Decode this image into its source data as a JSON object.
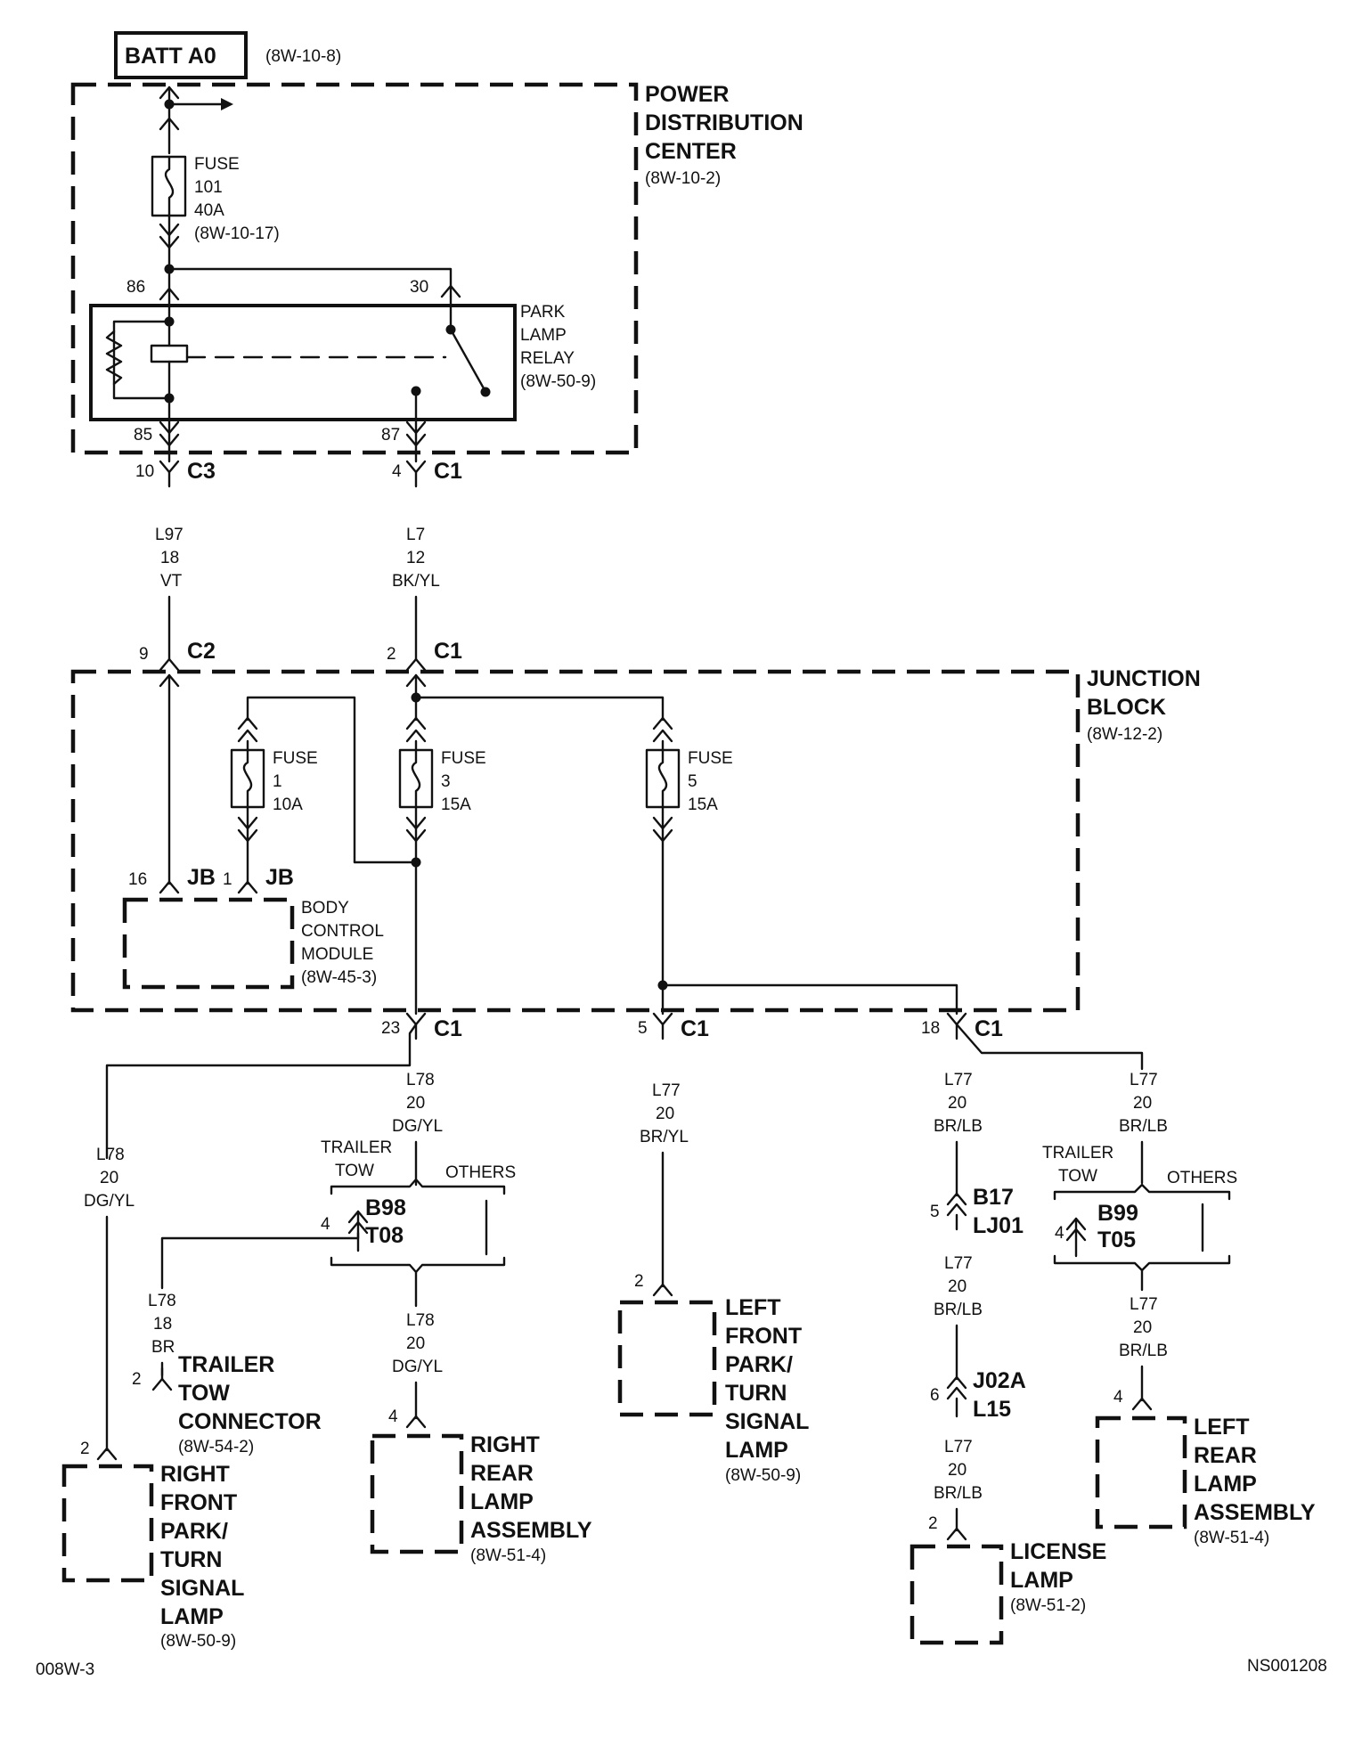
{
  "source": {
    "label": "BATT A0",
    "ref": "(8W-10-8)"
  },
  "pdc": {
    "title1": "POWER",
    "title2": "DISTRIBUTION",
    "title3": "CENTER",
    "ref": "(8W-10-2)"
  },
  "fuse101": {
    "l1": "FUSE",
    "l2": "101",
    "l3": "40A",
    "ref": "(8W-10-17)"
  },
  "relay": {
    "l1": "PARK",
    "l2": "LAMP",
    "l3": "RELAY",
    "ref": "(8W-50-9)",
    "pin86": "86",
    "pin30": "30",
    "pin85": "85",
    "pin87": "87"
  },
  "conn_c3_top": {
    "pin": "10",
    "name": "C3"
  },
  "conn_c1_top": {
    "pin": "4",
    "name": "C1"
  },
  "wire_l97": {
    "circuit": "L97",
    "gauge": "18",
    "color": "VT"
  },
  "wire_l7": {
    "circuit": "L7",
    "gauge": "12",
    "color": "BK/YL"
  },
  "conn_c2_jb": {
    "pin": "9",
    "name": "C2"
  },
  "conn_c1_jb": {
    "pin": "2",
    "name": "C1"
  },
  "jb": {
    "title1": "JUNCTION",
    "title2": "BLOCK",
    "ref": "(8W-12-2)"
  },
  "fuse1": {
    "l1": "FUSE",
    "l2": "1",
    "l3": "10A"
  },
  "fuse3": {
    "l1": "FUSE",
    "l2": "3",
    "l3": "15A"
  },
  "fuse5": {
    "l1": "FUSE",
    "l2": "5",
    "l3": "15A"
  },
  "jb16": {
    "pin": "16",
    "name": "JB"
  },
  "jb1": {
    "pin": "1",
    "name": "JB"
  },
  "bcm": {
    "l1": "BODY",
    "l2": "CONTROL",
    "l3": "MODULE",
    "ref": "(8W-45-3)"
  },
  "c1_23": {
    "pin": "23",
    "name": "C1"
  },
  "c1_5": {
    "pin": "5",
    "name": "C1"
  },
  "c1_18": {
    "pin": "18",
    "name": "C1"
  },
  "w_l78_left": {
    "circuit": "L78",
    "gauge": "20",
    "color": "DG/YL"
  },
  "w_l78_mid": {
    "circuit": "L78",
    "gauge": "20",
    "color": "DG/YL"
  },
  "w_l78_br": {
    "circuit": "L78",
    "gauge": "18",
    "color": "BR"
  },
  "w_l78_low": {
    "circuit": "L78",
    "gauge": "20",
    "color": "DG/YL"
  },
  "w_l77_left": {
    "circuit": "L77",
    "gauge": "20",
    "color": "BR/YL"
  },
  "w_l77_a": {
    "circuit": "L77",
    "gauge": "20",
    "color": "BR/LB"
  },
  "w_l77_b": {
    "circuit": "L77",
    "gauge": "20",
    "color": "BR/LB"
  },
  "w_l77_c": {
    "circuit": "L77",
    "gauge": "20",
    "color": "BR/LB"
  },
  "w_l77_d": {
    "circuit": "L77",
    "gauge": "20",
    "color": "BR/LB"
  },
  "w_l77_e": {
    "circuit": "L77",
    "gauge": "20",
    "color": "BR/LB"
  },
  "sel1": {
    "trailer1": "TRAILER",
    "trailer2": "TOW",
    "others": "OTHERS",
    "pin": "4",
    "c1": "B98",
    "c2": "T08"
  },
  "sel2": {
    "trailer1": "TRAILER",
    "trailer2": "TOW",
    "others": "OTHERS",
    "pin": "4",
    "c1": "B99",
    "c2": "T05"
  },
  "b17": {
    "pin": "5",
    "c1": "B17",
    "c2": "LJ01"
  },
  "j02a": {
    "pin": "6",
    "c1": "J02A",
    "c2": "L15"
  },
  "ttc": {
    "pin": "2",
    "l1": "TRAILER",
    "l2": "TOW",
    "l3": "CONNECTOR",
    "ref": "(8W-54-2)"
  },
  "rfp": {
    "pin": "2",
    "l1": "RIGHT",
    "l2": "FRONT",
    "l3": "PARK/",
    "l4": "TURN",
    "l5": "SIGNAL",
    "l6": "LAMP",
    "ref": "(8W-50-9)"
  },
  "rra": {
    "pin": "4",
    "l1": "RIGHT",
    "l2": "REAR",
    "l3": "LAMP",
    "l4": "ASSEMBLY",
    "ref": "(8W-51-4)"
  },
  "lfp": {
    "pin": "2",
    "l1": "LEFT",
    "l2": "FRONT",
    "l3": "PARK/",
    "l4": "TURN",
    "l5": "SIGNAL",
    "l6": "LAMP",
    "ref": "(8W-50-9)"
  },
  "lic": {
    "pin": "2",
    "l1": "LICENSE",
    "l2": "LAMP",
    "ref": "(8W-51-2)"
  },
  "lra": {
    "pin": "4",
    "l1": "LEFT",
    "l2": "REAR",
    "l3": "LAMP",
    "l4": "ASSEMBLY",
    "ref": "(8W-51-4)"
  },
  "footer": {
    "left": "008W-3",
    "right": "NS001208"
  }
}
